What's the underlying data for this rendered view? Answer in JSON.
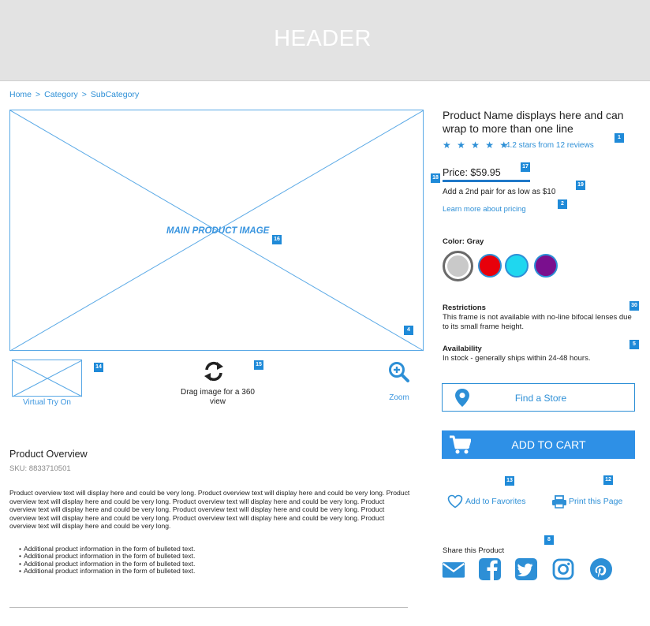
{
  "header": {
    "title": "HEADER"
  },
  "breadcrumb": {
    "home": "Home",
    "category": "Category",
    "subcategory": "SubCategory",
    "separator": ">"
  },
  "gallery": {
    "main_image_label": "MAIN PRODUCT IMAGE",
    "virtual_try_on_label": "Virtual Try On",
    "drag_label": "Drag image for a 360 view",
    "zoom_label": "Zoom"
  },
  "overview": {
    "title": "Product Overview",
    "sku": "SKU:  8833710501",
    "text": "Product overview text will display here and could be very long. Product overview text will display here and could be very long. Product overview text will display here and could be very long. Product overview text will display here and could be very long. Product overview text will display here and could be very long. Product overview text will display here and could be very long. Product overview text will display here and could be very long. Product overview text will display here and could be very long. Product overview text will display here and could be very long.",
    "bullets": [
      "Additional product information in the form of bulleted text.",
      "Additional product information in the form of bulleted text.",
      "Additional product information in the form of bulleted text.",
      "Additional product information in the form of bulleted text."
    ]
  },
  "product": {
    "name": "Product Name displays here and can wrap to more than one line",
    "stars": "★ ★ ★ ★ ★",
    "rating_value": 4.2,
    "rating_text": "4.2 stars from 12 reviews",
    "price": "Price:  $59.95",
    "promo": "Add a 2nd pair for as low as $10",
    "pricing_link": "Learn more about pricing",
    "color_label": "Color: Gray",
    "colors": [
      "#c9c9c9",
      "#e8000b",
      "#1fd7ef",
      "#7a0f8e"
    ],
    "selected_color_index": 0,
    "restrictions_title": "Restrictions",
    "restrictions_text": "This frame is not available with no-line bifocal lenses due to its small frame height.",
    "availability_title": "Availability",
    "availability_text": "In stock - generally ships within 24-48 hours."
  },
  "actions": {
    "find_store": "Find a Store",
    "add_to_cart": "ADD TO CART",
    "add_to_favorites": "Add to Favorites",
    "print_page": "Print this Page",
    "share_label": "Share this Product"
  },
  "social_icons": [
    "email-icon",
    "facebook-icon",
    "twitter-icon",
    "instagram-icon",
    "pinterest-icon"
  ],
  "annotations": {
    "b1": "1",
    "b2": "2",
    "b4": "4",
    "b5": "5",
    "b8": "8",
    "b12": "12",
    "b13": "13",
    "b14": "14",
    "b15": "15",
    "b16": "16",
    "b17": "17",
    "b18": "18",
    "b19": "19",
    "b30": "30"
  },
  "colors": {
    "accent": "#2d8fd6",
    "button": "#2e90e6",
    "header_bg": "#e3e3e3"
  }
}
